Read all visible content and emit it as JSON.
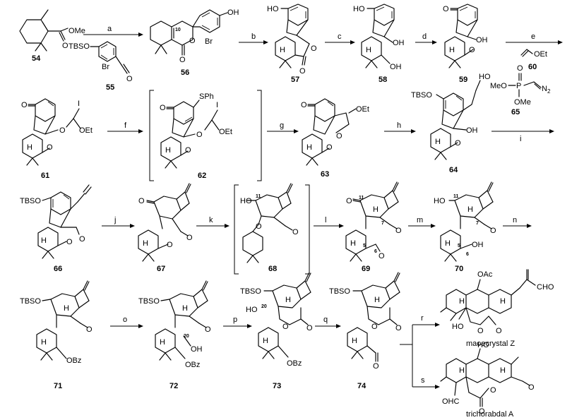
{
  "scheme": {
    "compounds": [
      {
        "id": "54"
      },
      {
        "id": "55"
      },
      {
        "id": "56"
      },
      {
        "id": "57"
      },
      {
        "id": "58"
      },
      {
        "id": "59"
      },
      {
        "id": "60"
      },
      {
        "id": "61"
      },
      {
        "id": "62"
      },
      {
        "id": "63"
      },
      {
        "id": "64"
      },
      {
        "id": "65"
      },
      {
        "id": "66"
      },
      {
        "id": "67"
      },
      {
        "id": "68"
      },
      {
        "id": "69"
      },
      {
        "id": "70"
      },
      {
        "id": "71"
      },
      {
        "id": "72"
      },
      {
        "id": "73"
      },
      {
        "id": "74"
      }
    ],
    "products": [
      "maoecrystal Z",
      "trichorabdal A"
    ],
    "steps": [
      "a",
      "b",
      "c",
      "d",
      "e",
      "f",
      "g",
      "h",
      "i",
      "j",
      "k",
      "l",
      "m",
      "n",
      "o",
      "p",
      "q",
      "r",
      "s"
    ],
    "atoms": {
      "OMe": "OMe",
      "TBSO": "TBSO",
      "Br": "Br",
      "OH": "OH",
      "HO": "HO",
      "O": "O",
      "OEt": "OEt",
      "I": "I",
      "SPh": "SPh",
      "MeO": "MeO",
      "N2": "N",
      "N2_sub": "2",
      "P": "P",
      "H": "H",
      "OBz": "OBz",
      "OAc": "OAc",
      "CHO": "CHO",
      "OHC": "OHC"
    },
    "positions": {
      "c10": "10",
      "c11": "11",
      "c7": "7",
      "c5": "5",
      "c6": "6",
      "c20": "20"
    }
  }
}
